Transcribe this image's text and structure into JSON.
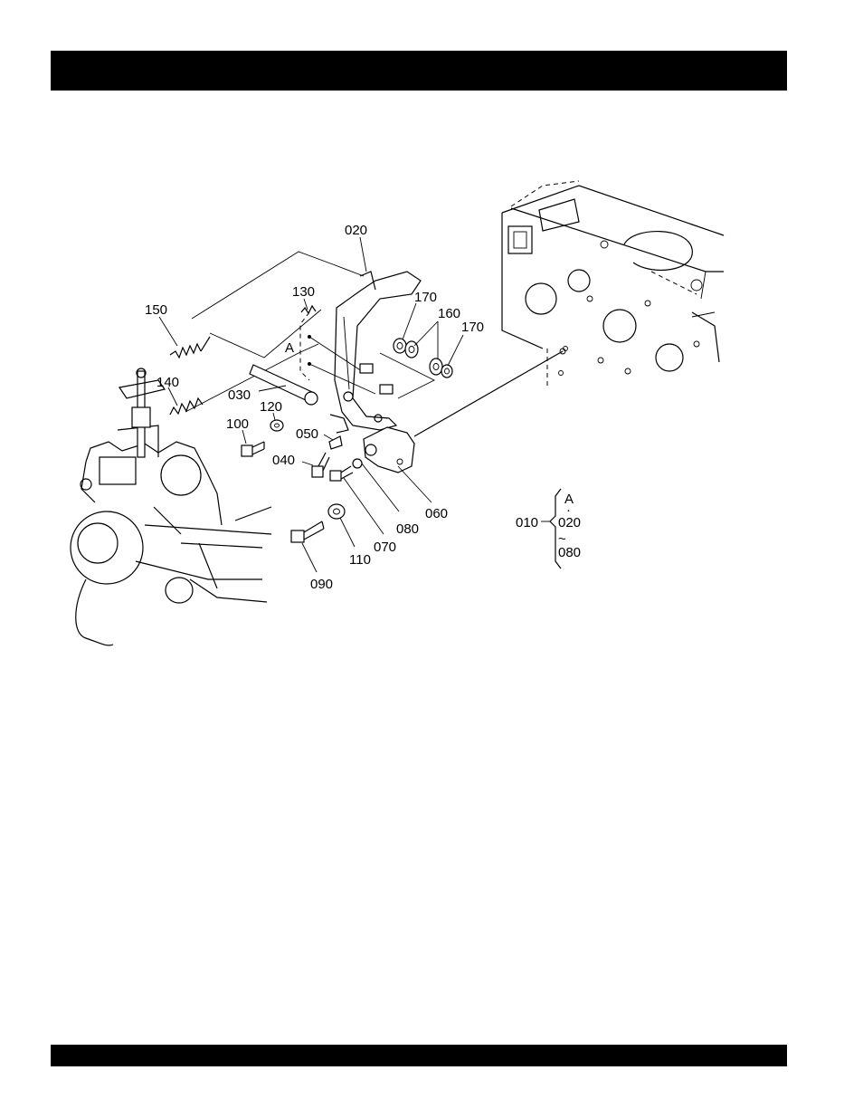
{
  "header": {
    "text": ""
  },
  "footer": {
    "text": ""
  },
  "callouts": {
    "c020": "020",
    "c130": "130",
    "c150": "150",
    "c170a": "170",
    "c160": "160",
    "c170b": "170",
    "cA": "A",
    "c140": "140",
    "c030": "030",
    "c120": "120",
    "c100": "100",
    "c050": "050",
    "c040": "040",
    "c060": "060",
    "c080": "080",
    "c070": "070",
    "c110": "110",
    "c090": "090"
  },
  "legend": {
    "top": "A",
    "dot": "·",
    "parent": "010",
    "middle": "020",
    "tilde": "~",
    "bottom": "080"
  }
}
